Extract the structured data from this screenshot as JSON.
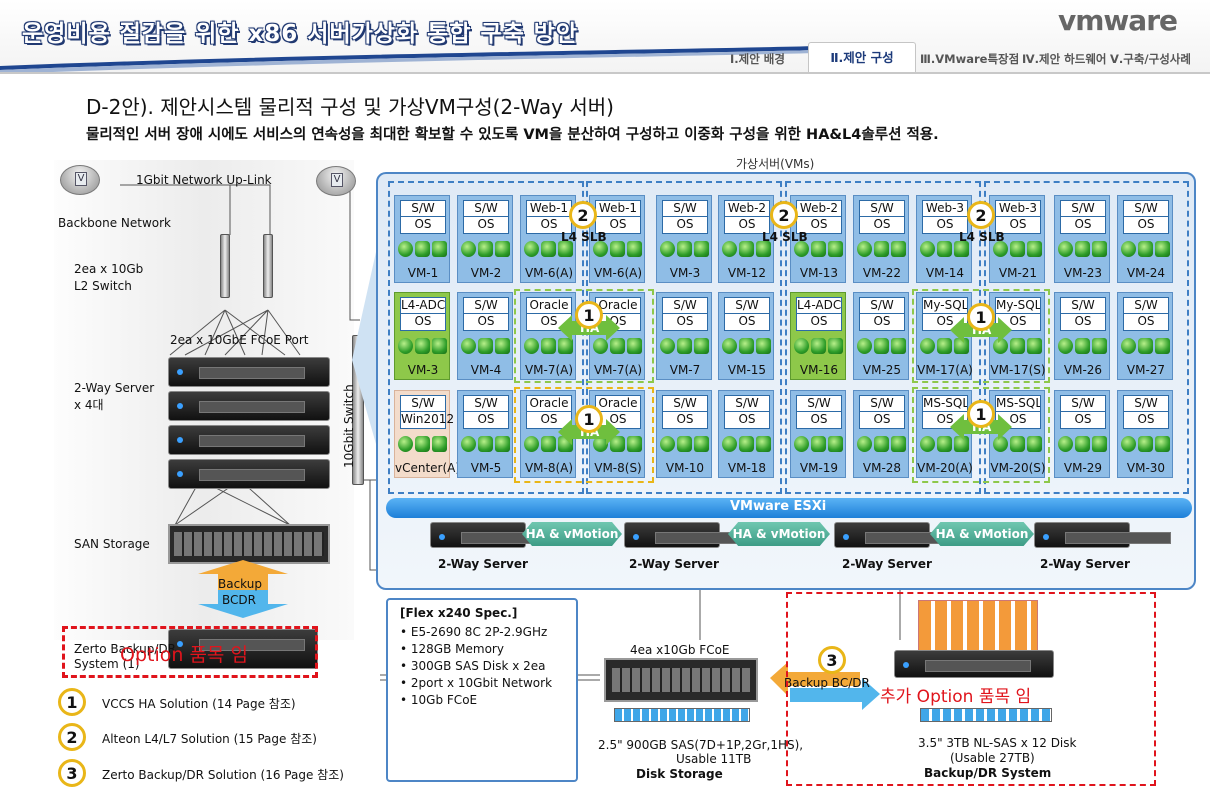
{
  "header": {
    "title": "운영비용 절감을 위한 x86 서버가상화 통합 구축 방안",
    "logo": "vmware",
    "tabs": [
      "Ⅰ.제안 배경",
      "Ⅱ.제안 구성",
      "Ⅲ.VMware특장점",
      "Ⅳ.제안 하드웨어",
      "Ⅴ.구축/구성사례"
    ],
    "active_tab": 1
  },
  "subtitle": "D-2안). 제안시스템 물리적 구성 및 가상VM구성(2-Way 서버)",
  "description": "물리적인 서버 장애 시에도 서비스의 연속성을 최대한 확보할 수 있도록 VM을 분산하여 구성하고 이중화 구성을 위한 HA&L4솔루션 적용.",
  "left": {
    "uplink": "1Gbit Network Up-Link",
    "backbone": "Backbone Network",
    "switch_line1": "2ea x 10Gb",
    "switch_line2": "L2 Switch",
    "fcoe_port": "2ea x 10GbE FCoE Port",
    "server_line1": "2-Way Server",
    "server_line2": "x 4대",
    "san": "SAN Storage",
    "backup_line1": "Backup",
    "backup_line2": "BCDR",
    "zerto_line1": "Zerto  Backup/DR",
    "zerto_line2": "System (1)",
    "option": "Option 품목 임",
    "tengbit_switch": "10Gbit Switch"
  },
  "vm_area_label": "가상서버(VMs)",
  "vms": [
    {
      "top": "S/W",
      "bottom": "OS",
      "name": "VM-1",
      "color": "blue"
    },
    {
      "top": "S/W",
      "bottom": "OS",
      "name": "VM-2",
      "color": "blue"
    },
    {
      "top": "Web-1",
      "bottom": "OS",
      "name": "VM-6(A)",
      "color": "blue"
    },
    {
      "top": "Web-1",
      "bottom": "OS",
      "name": "VM-6(A)",
      "color": "blue"
    },
    {
      "top": "S/W",
      "bottom": "OS",
      "name": "VM-3",
      "color": "blue"
    },
    {
      "top": "Web-2",
      "bottom": "OS",
      "name": "VM-12",
      "color": "blue"
    },
    {
      "top": "Web-2",
      "bottom": "OS",
      "name": "VM-13",
      "color": "blue"
    },
    {
      "top": "S/W",
      "bottom": "OS",
      "name": "VM-22",
      "color": "blue"
    },
    {
      "top": "Web-3",
      "bottom": "OS",
      "name": "VM-14",
      "color": "blue"
    },
    {
      "top": "Web-3",
      "bottom": "OS",
      "name": "VM-21",
      "color": "blue"
    },
    {
      "top": "S/W",
      "bottom": "OS",
      "name": "VM-23",
      "color": "blue"
    },
    {
      "top": "S/W",
      "bottom": "OS",
      "name": "VM-24",
      "color": "blue"
    },
    {
      "top": "L4-ADC",
      "bottom": "OS",
      "name": "VM-3",
      "color": "green"
    },
    {
      "top": "S/W",
      "bottom": "OS",
      "name": "VM-4",
      "color": "blue"
    },
    {
      "top": "Oracle",
      "bottom": "OS",
      "name": "VM-7(A)",
      "color": "blue"
    },
    {
      "top": "Oracle",
      "bottom": "OS",
      "name": "VM-7(A)",
      "color": "blue"
    },
    {
      "top": "S/W",
      "bottom": "OS",
      "name": "VM-7",
      "color": "blue"
    },
    {
      "top": "S/W",
      "bottom": "OS",
      "name": "VM-15",
      "color": "blue"
    },
    {
      "top": "L4-ADC",
      "bottom": "OS",
      "name": "VM-16",
      "color": "green"
    },
    {
      "top": "S/W",
      "bottom": "OS",
      "name": "VM-25",
      "color": "blue"
    },
    {
      "top": "My-SQL",
      "bottom": "OS",
      "name": "VM-17(A)",
      "color": "blue"
    },
    {
      "top": "My-SQL",
      "bottom": "OS",
      "name": "VM-17(S)",
      "color": "blue"
    },
    {
      "top": "S/W",
      "bottom": "OS",
      "name": "VM-26",
      "color": "blue"
    },
    {
      "top": "S/W",
      "bottom": "OS",
      "name": "VM-27",
      "color": "blue"
    },
    {
      "top": "S/W",
      "bottom": "Win2012",
      "name": "vCenter(A)",
      "color": "peach"
    },
    {
      "top": "S/W",
      "bottom": "OS",
      "name": "VM-5",
      "color": "blue"
    },
    {
      "top": "Oracle",
      "bottom": "OS",
      "name": "VM-8(A)",
      "color": "blue"
    },
    {
      "top": "Oracle",
      "bottom": "OS",
      "name": "VM-8(S)",
      "color": "blue"
    },
    {
      "top": "S/W",
      "bottom": "OS",
      "name": "VM-10",
      "color": "blue"
    },
    {
      "top": "S/W",
      "bottom": "OS",
      "name": "VM-18",
      "color": "blue"
    },
    {
      "top": "S/W",
      "bottom": "OS",
      "name": "VM-19",
      "color": "blue"
    },
    {
      "top": "S/W",
      "bottom": "OS",
      "name": "VM-28",
      "color": "blue"
    },
    {
      "top": "MS-SQL",
      "bottom": "OS",
      "name": "VM-20(A)",
      "color": "blue"
    },
    {
      "top": "MS-SQL",
      "bottom": "OS",
      "name": "VM-20(S)",
      "color": "blue"
    },
    {
      "top": "S/W",
      "bottom": "OS",
      "name": "VM-29",
      "color": "blue"
    },
    {
      "top": "S/W",
      "bottom": "OS",
      "name": "VM-30",
      "color": "blue"
    }
  ],
  "l4_badges": [
    {
      "num": "2",
      "label": "L4 SLB"
    },
    {
      "num": "2",
      "label": "L4 SLB"
    },
    {
      "num": "2",
      "label": "L4 SLB"
    }
  ],
  "ha_badges": [
    {
      "num": "1",
      "label": "HA"
    },
    {
      "num": "1",
      "label": "HA"
    },
    {
      "num": "1",
      "label": "HA"
    },
    {
      "num": "1",
      "label": "HA"
    }
  ],
  "esxi": "VMware ESXi",
  "physical_servers": [
    "2-Way Server",
    "2-Way Server",
    "2-Way Server",
    "2-Way Server"
  ],
  "ha_vmotion": [
    "HA & vMotion",
    "HA & vMotion",
    "HA & vMotion"
  ],
  "spec": {
    "title": "[Flex x240 Spec.]",
    "items": [
      "E5-2690 8C 2P-2.9GHz",
      "128GB Memory",
      "300GB SAS Disk x 2ea",
      "2port x 10Gbit Network",
      "10Gb FCoE"
    ]
  },
  "disk_storage": {
    "fcoe": "4ea x10Gb FCoE",
    "line1": "2.5\" 900GB SAS(7D+1P,2Gr,1HS),",
    "line2": "Usable 11TB",
    "title": "Disk Storage"
  },
  "backup_bcdr": {
    "num": "3",
    "label": "Backup BC/DR"
  },
  "option_extra": "추가 Option 품목 임",
  "backup_system": {
    "line1": "3.5\" 3TB NL-SAS x 12 Disk",
    "line2": "(Usable 27TB)",
    "title": "Backup/DR System"
  },
  "legend": [
    {
      "num": "1",
      "text": "VCCS HA Solution (14 Page 참조)"
    },
    {
      "num": "2",
      "text": "Alteon L4/L7 Solution (15 Page 참조)"
    },
    {
      "num": "3",
      "text": "Zerto Backup/DR Solution (16 Page 참조)"
    }
  ],
  "colors": {
    "vm_blue": "#8fbde6",
    "vm_green": "#8ec84a",
    "vm_peach": "#f3dccb",
    "badge_ring": "#e9b618",
    "option_red": "#e0141c",
    "esxi_blue": "#2b8fe8"
  }
}
